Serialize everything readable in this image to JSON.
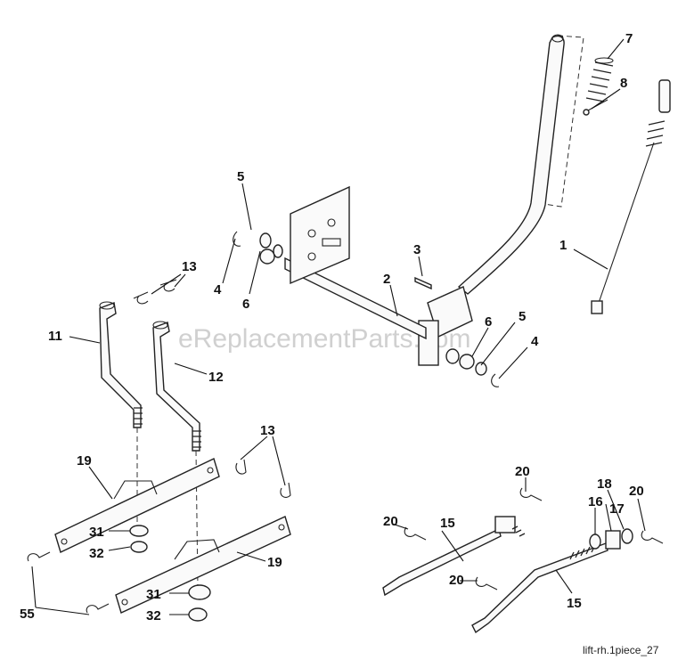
{
  "diagram": {
    "watermark": "eReplacementParts.com",
    "caption": "lift-rh.1piece_27",
    "callouts": {
      "c1": "1",
      "c2": "2",
      "c3": "3",
      "c4a": "4",
      "c4b": "4",
      "c5a": "5",
      "c5b": "5",
      "c6a": "6",
      "c6b": "6",
      "c7": "7",
      "c8": "8",
      "c11": "11",
      "c12": "12",
      "c13a": "13",
      "c13b": "13",
      "c15a": "15",
      "c15b": "15",
      "c16": "16",
      "c17": "17",
      "c18": "18",
      "c19a": "19",
      "c19b": "19",
      "c20a": "20",
      "c20b": "20",
      "c20c": "20",
      "c20d": "20",
      "c31a": "31",
      "c31b": "31",
      "c32a": "32",
      "c32b": "32",
      "c55": "55"
    }
  }
}
